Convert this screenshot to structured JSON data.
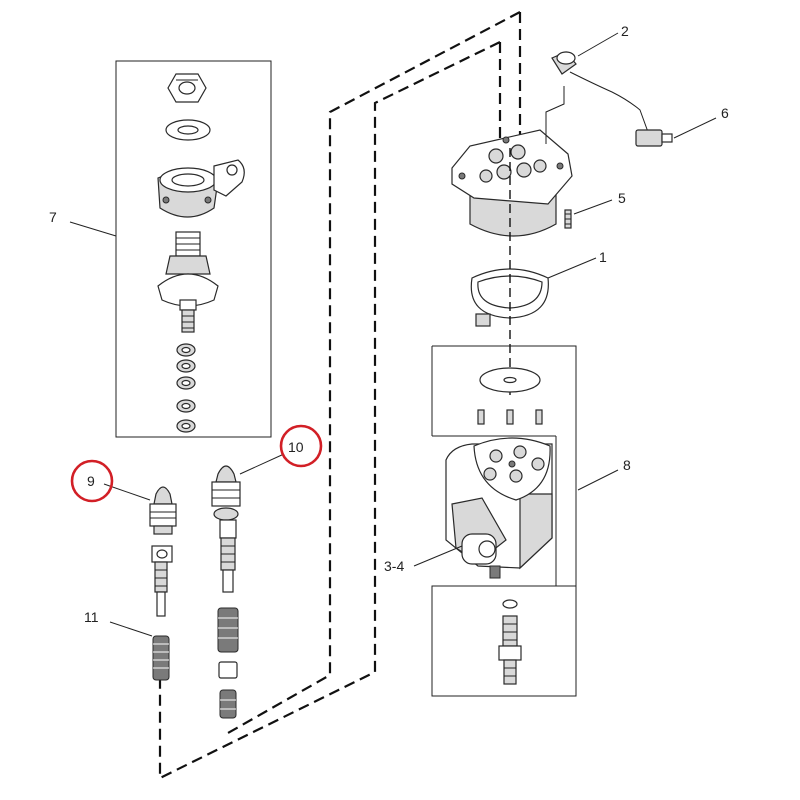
{
  "callouts": {
    "c1": "1",
    "c2": "2",
    "c3_4": "3-4",
    "c5": "5",
    "c6": "6",
    "c7": "7",
    "c8": "8",
    "c9": "9",
    "c10": "10",
    "c11": "11"
  },
  "highlighted_callouts": [
    "9",
    "10"
  ],
  "colors": {
    "highlight": "#d21f26",
    "line": "#222222"
  }
}
